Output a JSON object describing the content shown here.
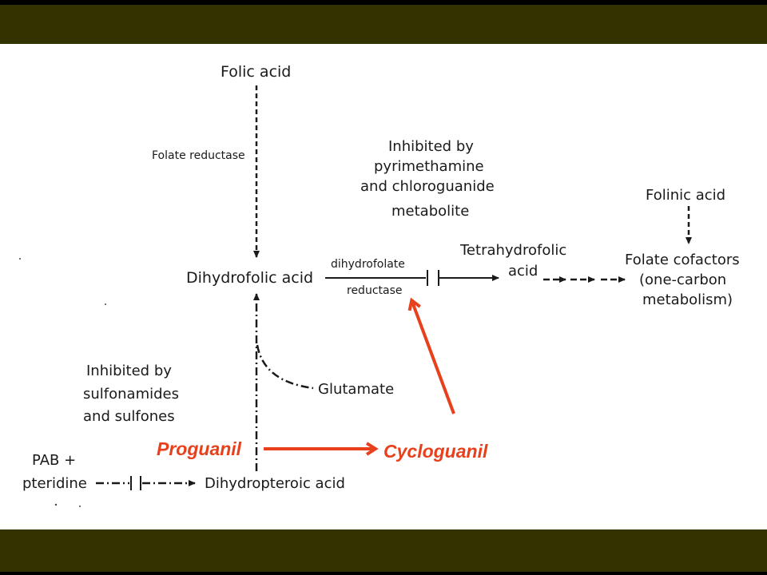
{
  "diagram": {
    "folic_acid": "Folic acid",
    "folate_reductase": "Folate reductase",
    "inhibited_pyri": [
      "Inhibited by",
      "pyrimethamine",
      "and chloroguanide",
      "metabolite"
    ],
    "folinic_acid": "Folinic acid",
    "dihydrofolic_acid": "Dihydrofolic acid",
    "dhfr_top": "dihydrofolate",
    "dhfr_bottom": "reductase",
    "tetrahydrofolic": [
      "Tetrahydrofolic",
      "acid"
    ],
    "folate_cofactors": [
      "Folate cofactors",
      "(one-carbon",
      "metabolism)"
    ],
    "inhibited_sulfa": [
      "Inhibited by",
      "sulfonamides",
      "and sulfones"
    ],
    "glutamate": "Glutamate",
    "pab": [
      "PAB +",
      "pteridine"
    ],
    "dihydropteroic_acid": "Dihydropteroic acid",
    "proguanil": "Proguanil",
    "cycloguanil": "Cycloguanil"
  },
  "colors": {
    "band": "#333300",
    "highlight": "#e8401c",
    "ink": "#1a1a1a"
  }
}
